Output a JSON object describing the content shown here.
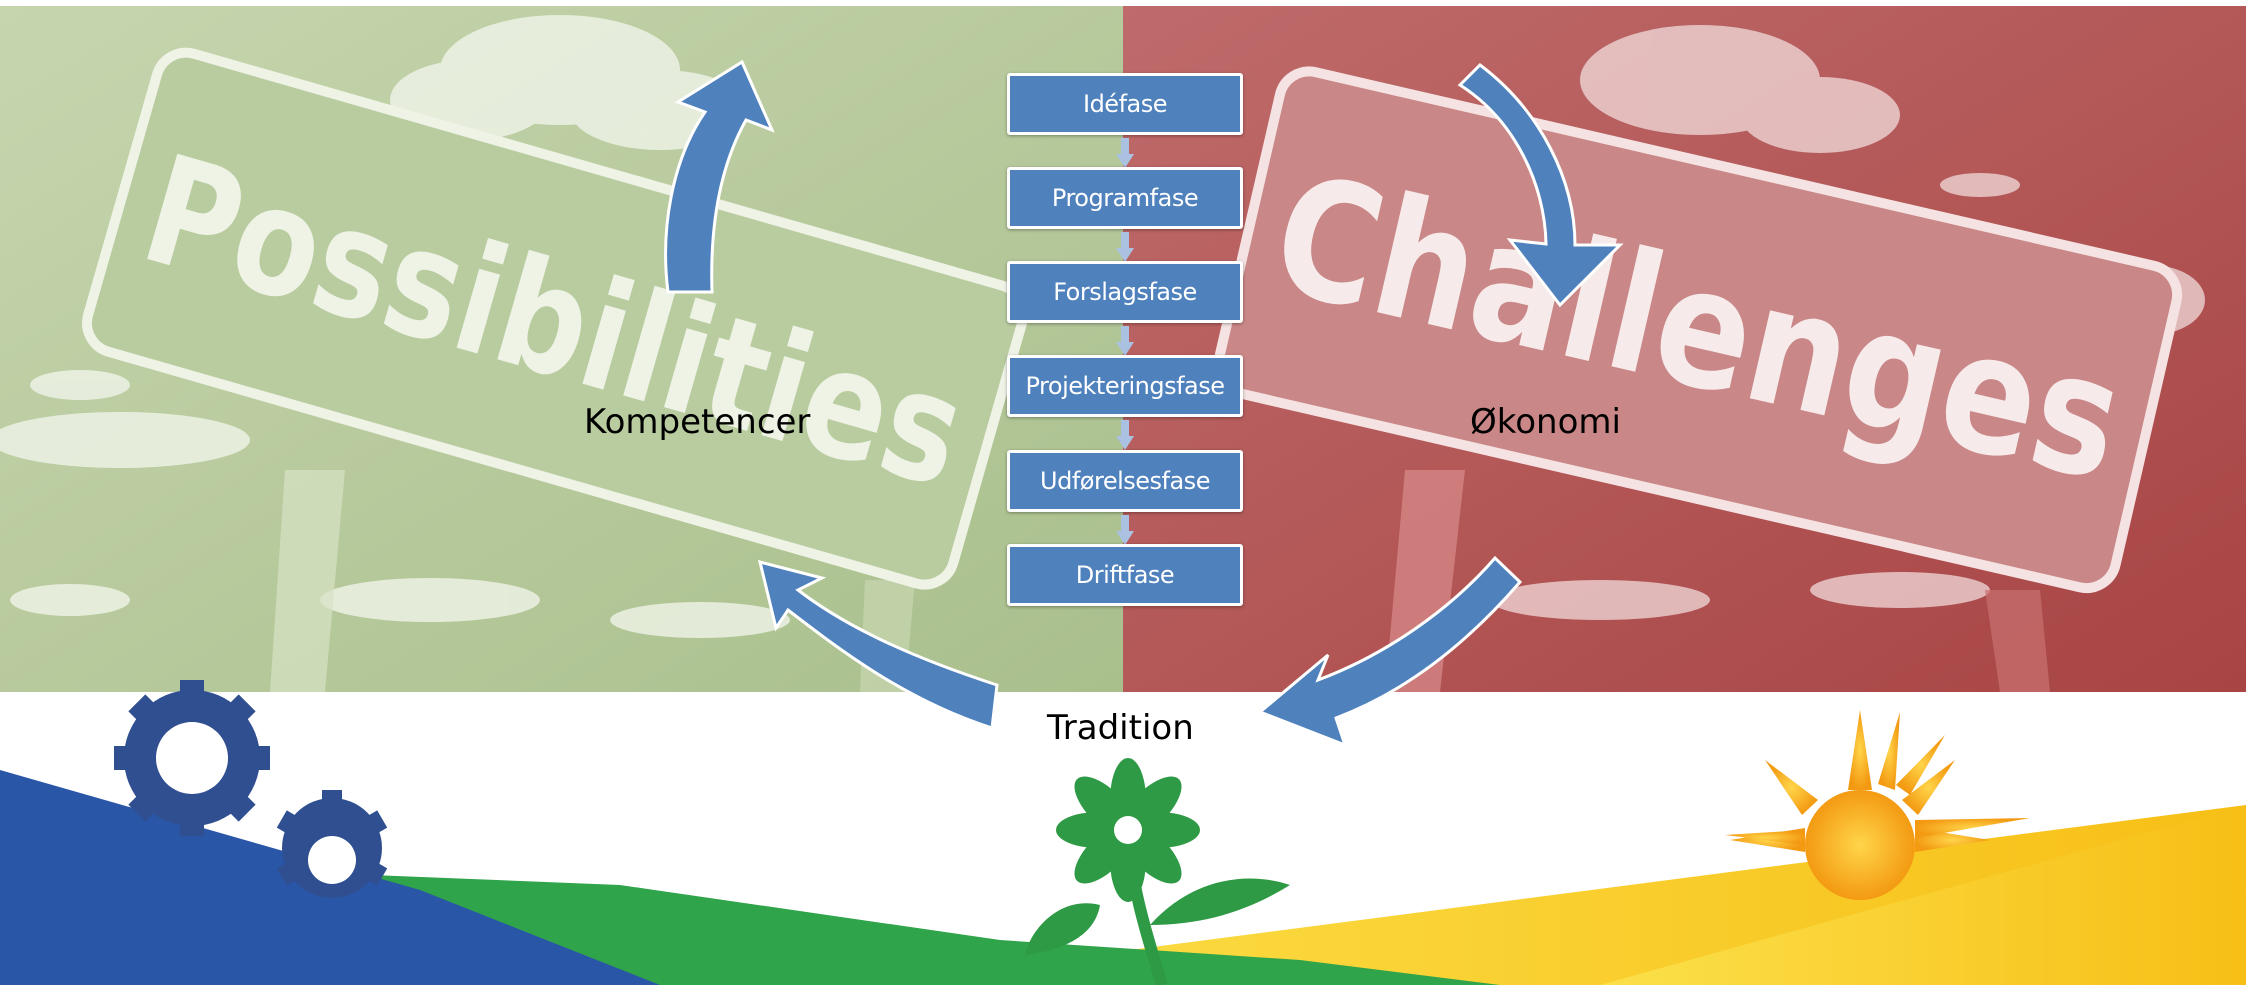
{
  "sign_left": {
    "text": "Possibilities"
  },
  "sign_right": {
    "text": "Challenges"
  },
  "phases": [
    {
      "label": "Idéfase"
    },
    {
      "label": "Programfase"
    },
    {
      "label": "Forslagsfase"
    },
    {
      "label": "Projekteringsfase"
    },
    {
      "label": "Udførelsesfase"
    },
    {
      "label": "Driftfase"
    }
  ],
  "cycle_labels": {
    "left": "Kompetencer",
    "right": "Økonomi",
    "bottom": "Tradition"
  },
  "colors": {
    "left_panel": "#b4c79a",
    "right_panel": "#b55a5a",
    "phase_box": "#4f81bd",
    "arrow": "#4f81bd",
    "hill_blue": "#2a56a8",
    "hill_green": "#2fa44a",
    "hill_yellow": "#f8c81a",
    "sun": "#f5a81c",
    "gear": "#2f4f91",
    "flower": "#2f9a45"
  }
}
